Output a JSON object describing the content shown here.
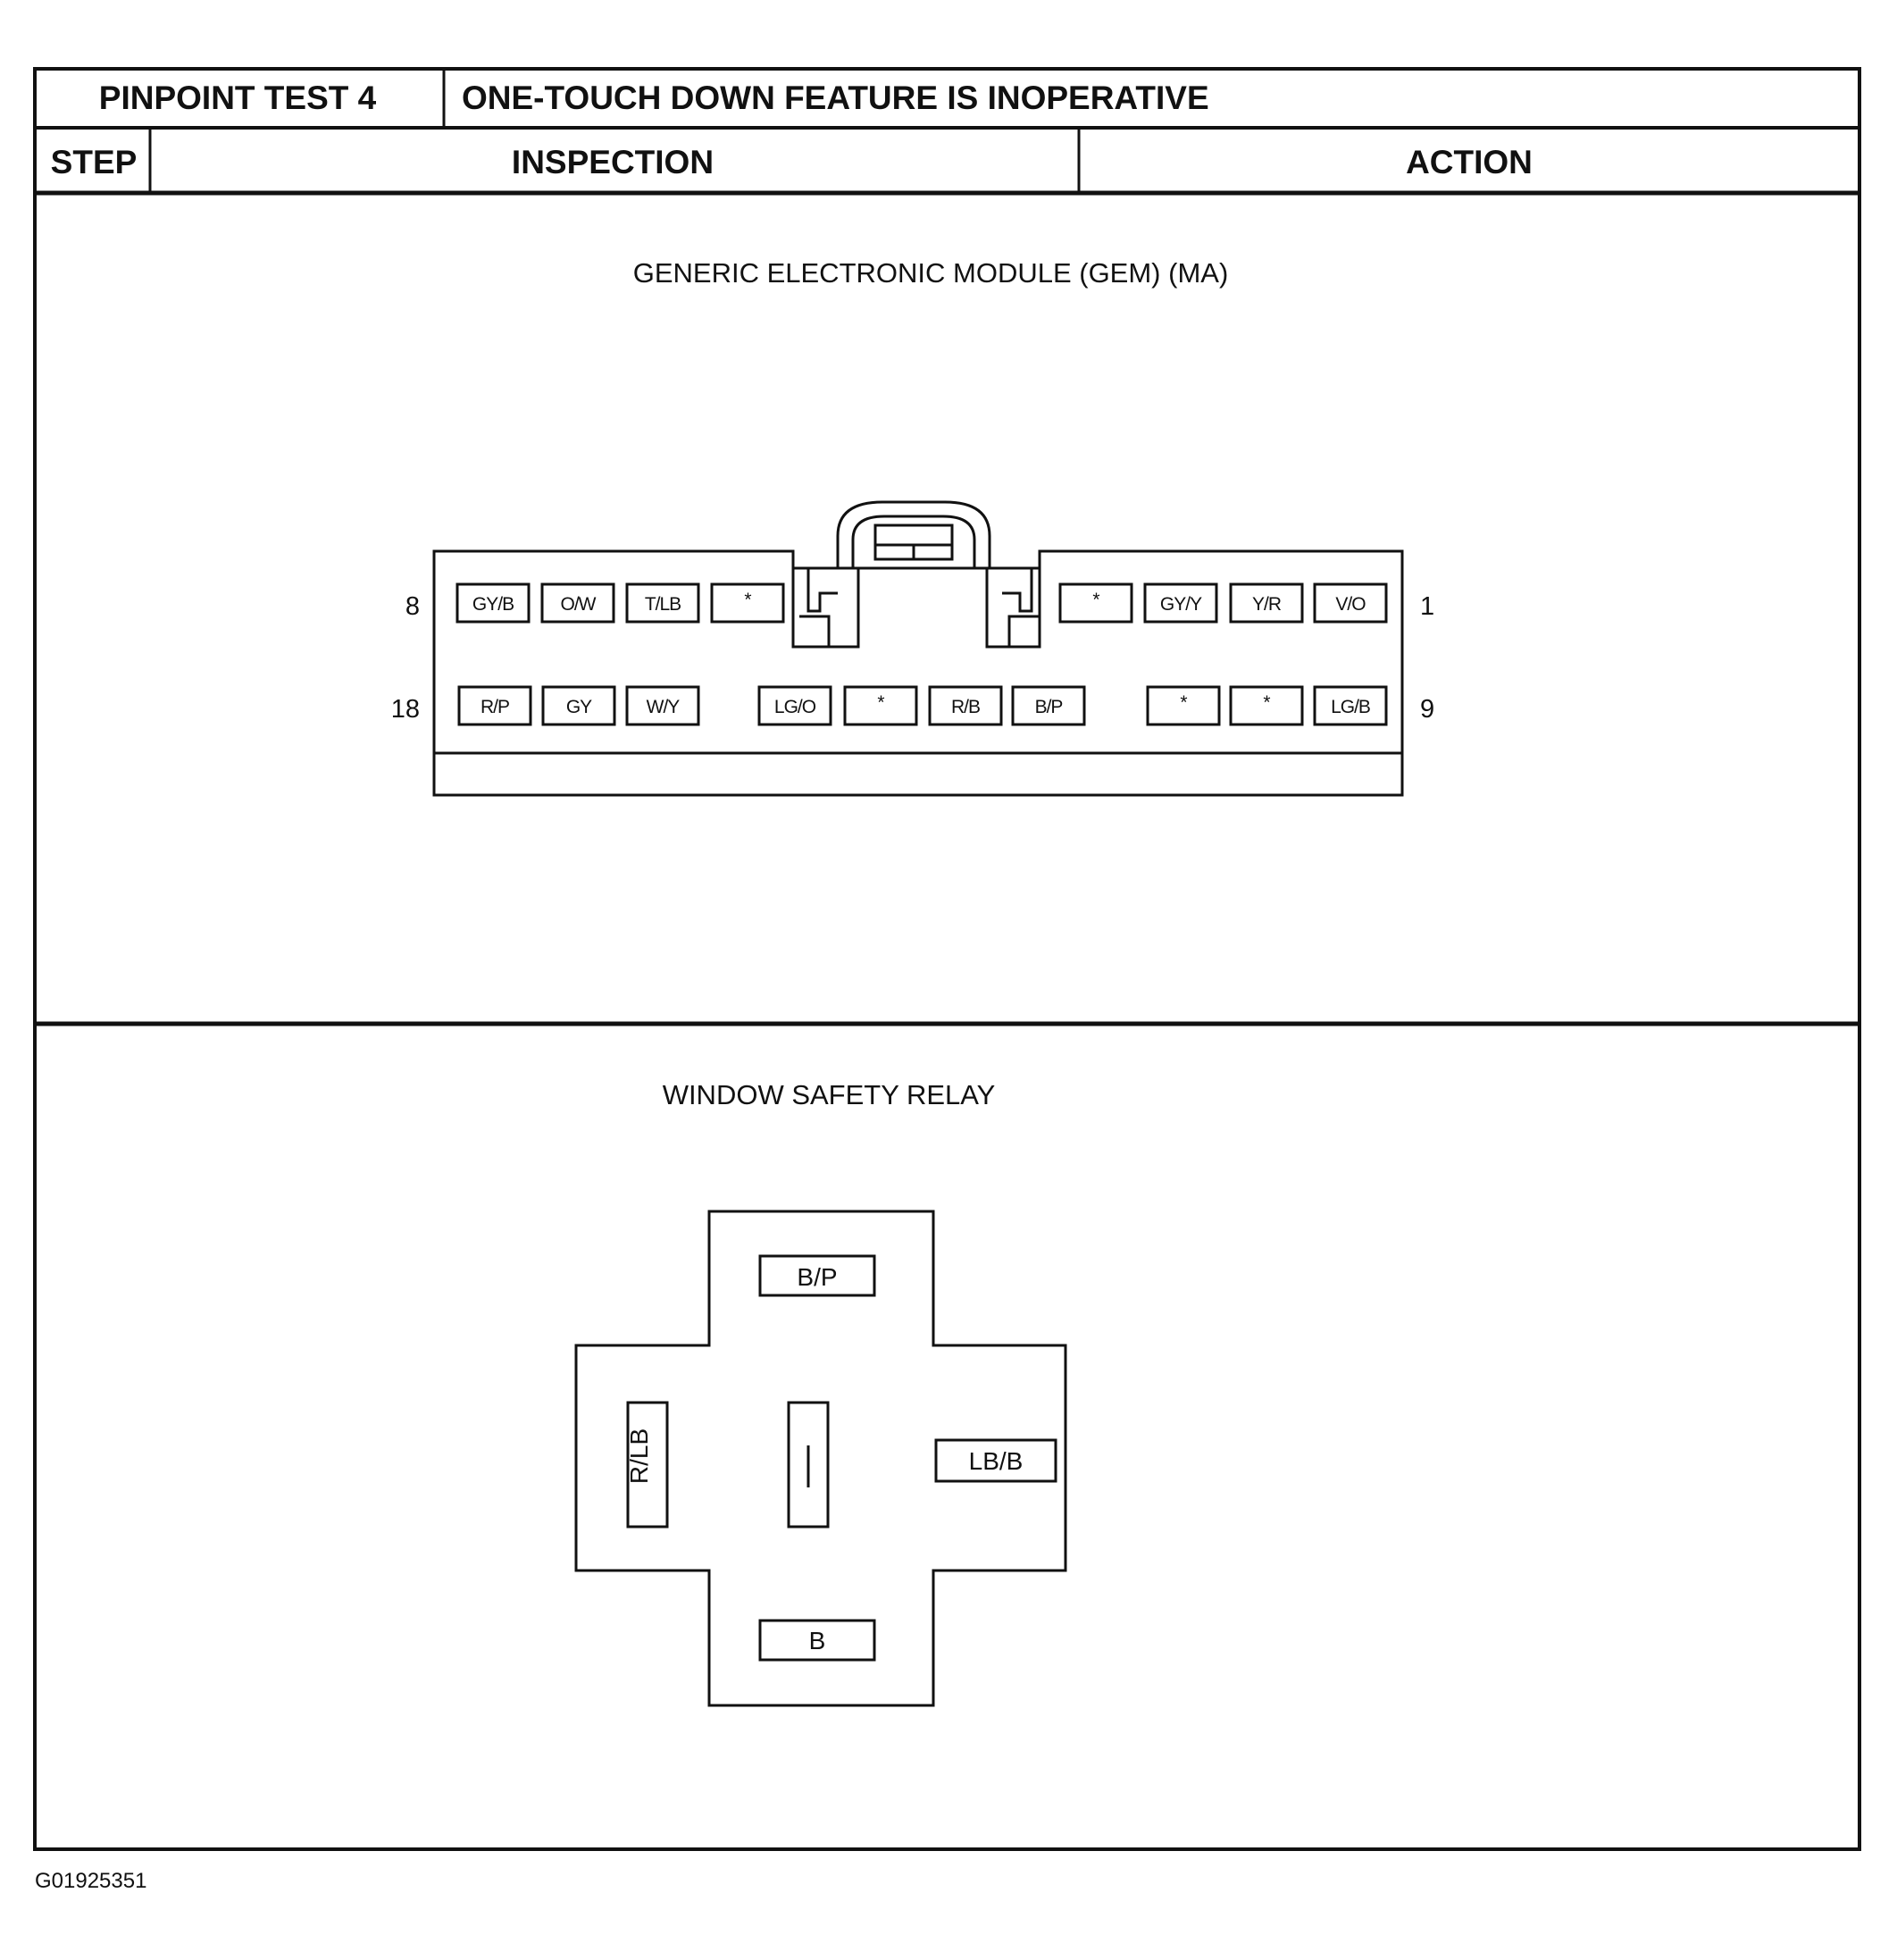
{
  "header": {
    "test_id": "PINPOINT TEST 4",
    "test_title": "ONE-TOUCH DOWN FEATURE IS INOPERATIVE",
    "col_step": "STEP",
    "col_inspection": "INSPECTION",
    "col_action": "ACTION"
  },
  "gem": {
    "title": "GENERIC ELECTRONIC MODULE (GEM) (MA)",
    "row_labels": {
      "top_left": "8",
      "top_right": "1",
      "bottom_left": "18",
      "bottom_right": "9"
    },
    "top_row": [
      "GY/B",
      "O/W",
      "T/LB",
      "*",
      "*",
      "GY/Y",
      "Y/R",
      "V/O"
    ],
    "bottom_row": [
      "R/P",
      "GY",
      "W/Y",
      "LG/O",
      "*",
      "R/B",
      "B/P",
      "*",
      "*",
      "LG/B"
    ]
  },
  "relay": {
    "title": "WINDOW SAFETY RELAY",
    "pin_top": "B/P",
    "pin_left": "R/LB",
    "pin_right": "LB/B",
    "pin_bottom": "B"
  },
  "figure_id": "G01925351"
}
